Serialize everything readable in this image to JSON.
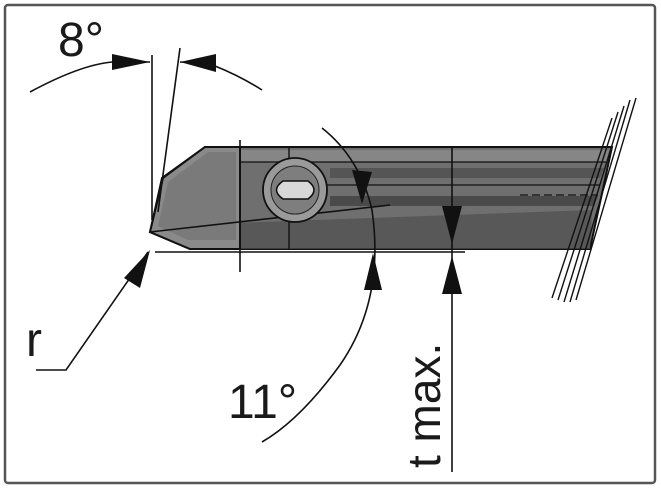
{
  "labels": {
    "angle_top": "8°",
    "angle_bottom": "11°",
    "radius": "r",
    "depth": "t max."
  },
  "colors": {
    "frame": "#555555",
    "tool_body": "#6f6f6f",
    "tool_dark": "#3e3e3e",
    "tool_light": "#9a9a9a",
    "insert": "#8a8a8a",
    "line": "#111111"
  }
}
